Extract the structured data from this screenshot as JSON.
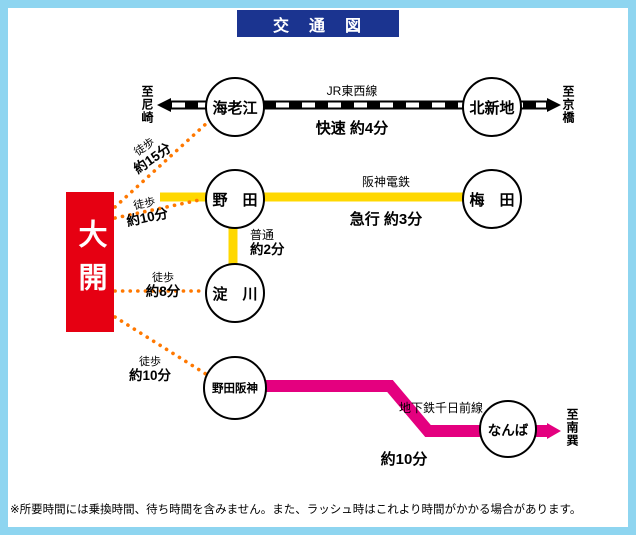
{
  "title": "交　通　図",
  "colors": {
    "frame": "#8ED5F0",
    "header": "#1B3490",
    "daikai_box": "#E60012",
    "jr_line": "#000000",
    "hanshin_line": "#FFD800",
    "subway_line": "#E4007F",
    "walk_dotted": "#FF7800"
  },
  "daikai": {
    "name": "大開"
  },
  "stations": {
    "ebie": "海老江",
    "kitashinchi": "北新地",
    "noda": "野　田",
    "umeda": "梅　田",
    "yodogawa": "淀　川",
    "nodahanshin": "野田阪神",
    "namba": "なんば"
  },
  "directions": {
    "amagasaki": "至尼崎",
    "kyobashi": "至京橋",
    "minamitatsumi": "至南巽"
  },
  "rail_lines": {
    "jr": {
      "name": "JR東西線",
      "service": "快速 約4分"
    },
    "hanshin": {
      "name": "阪神電鉄",
      "service": "急行 約3分"
    },
    "hanshin_local": {
      "service_type": "普通",
      "time": "約2分"
    },
    "subway": {
      "name": "地下鉄千日前線",
      "time": "約10分"
    }
  },
  "walks": {
    "to_ebie": {
      "label": "徒歩",
      "time": "約15分"
    },
    "to_noda": {
      "label": "徒歩",
      "time": "約10分"
    },
    "to_yodogawa": {
      "label": "徒歩",
      "time": "約8分"
    },
    "to_nodahanshin": {
      "label": "徒歩",
      "time": "約10分"
    }
  },
  "footnote": "※所要時間には乗換時間、待ち時間を含みません。また、ラッシュ時はこれより時間がかかる場合があります。"
}
